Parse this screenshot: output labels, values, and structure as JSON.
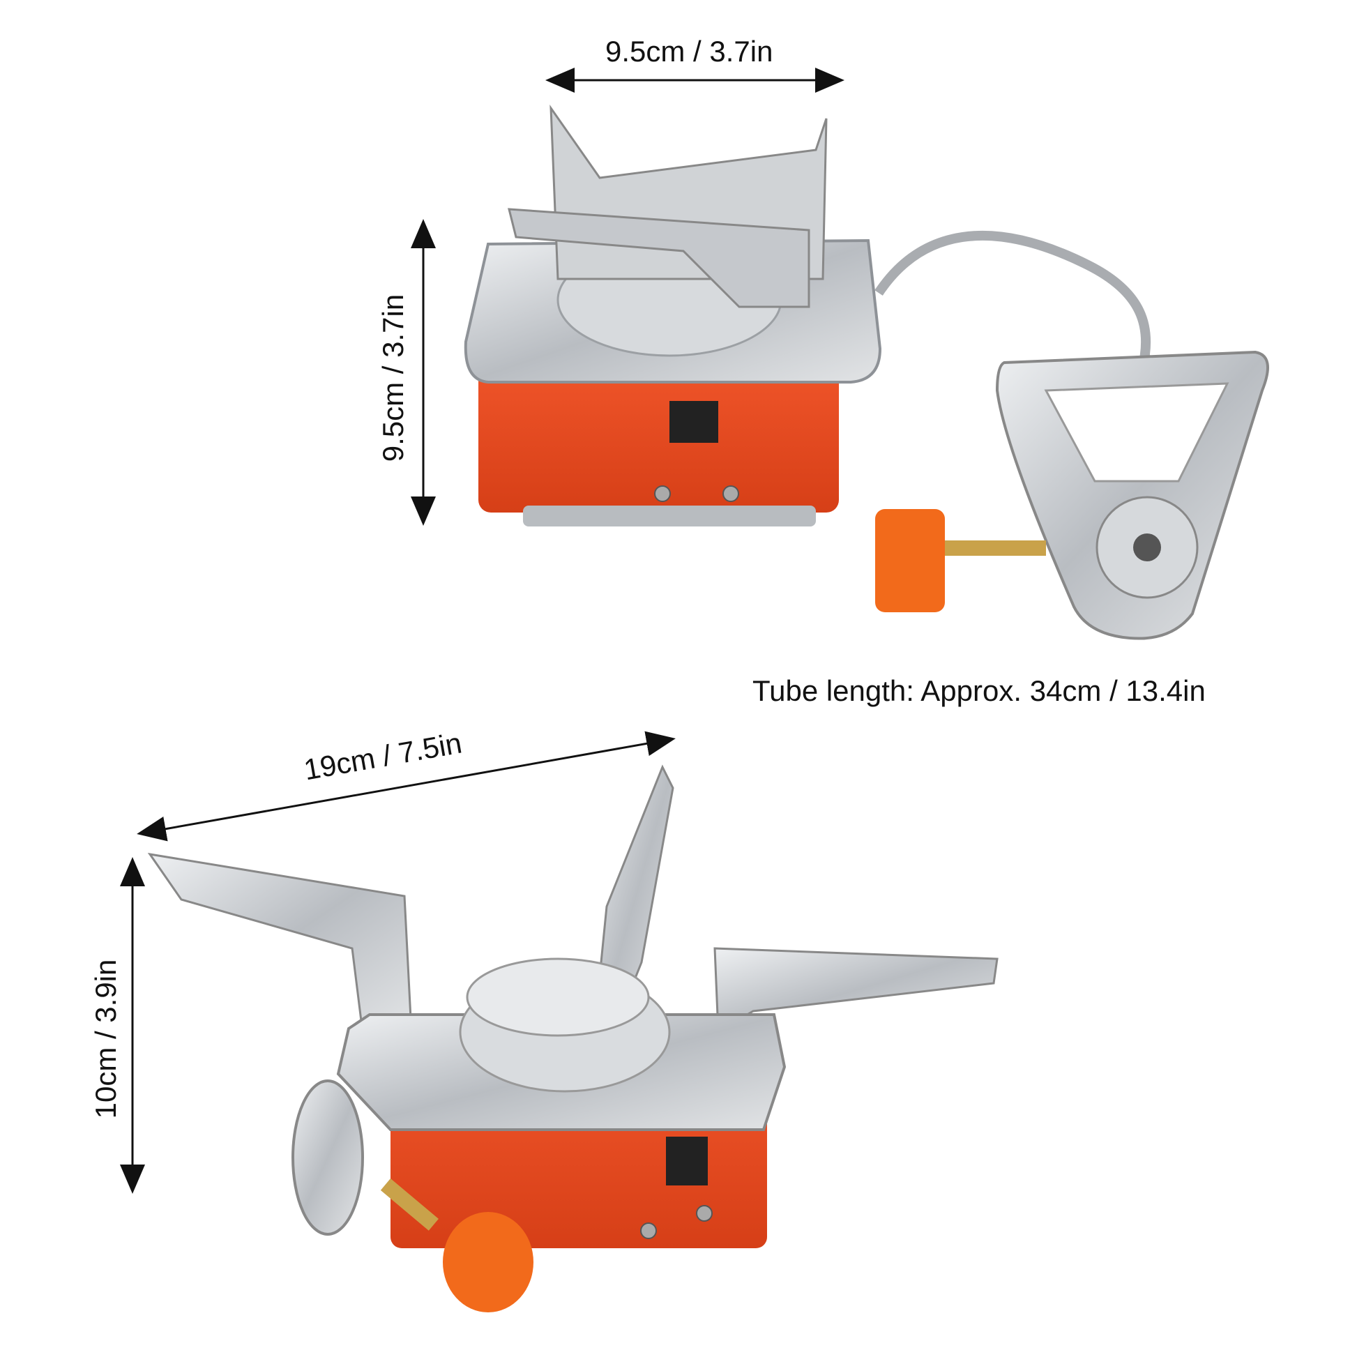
{
  "labels": {
    "top_width": "9.5cm / 3.7in",
    "top_height": "9.5cm / 3.7in",
    "tube_length": "Tube length: Approx. 34cm / 13.4in",
    "bottom_width": "19cm / 7.5in",
    "bottom_height": "10cm / 3.9in"
  },
  "colors": {
    "body": "#e8491f",
    "steel": "#c9ccd0",
    "knob": "#f26a1b",
    "brass": "#c9a24a"
  }
}
